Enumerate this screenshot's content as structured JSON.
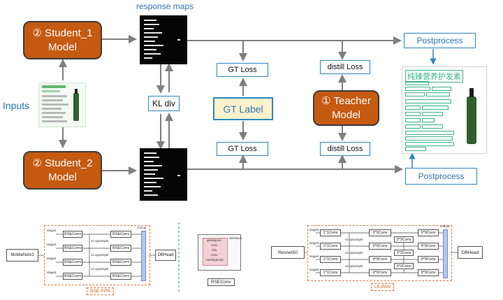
{
  "labels": {
    "response_maps": "response maps",
    "inputs": "Inputs",
    "kl_div": "KL div",
    "gt_label": "GT Label",
    "gt_loss_top": "GT Loss",
    "gt_loss_bottom": "GT Loss",
    "distill_loss_top": "distill Loss",
    "distill_loss_bottom": "distill Loss",
    "postprocess_top": "Postprocess",
    "postprocess_bottom": "Postprocess"
  },
  "models": {
    "student1_line1": "② Student_1",
    "student1_line2": "Model",
    "student2_line1": "② Student_2",
    "student2_line2": "Model",
    "teacher_line1": "① Teacher",
    "teacher_line2": "Model"
  },
  "product_image": {
    "title": "纯臻营养护发素"
  },
  "rse_fpn": {
    "backbone": "MobileNetv3",
    "head": "DBHead",
    "caption": "RSE-FPN",
    "stages": [
      "stage2",
      "stage3",
      "stage4",
      "stage5"
    ],
    "block": "RSEConv",
    "upsample": "x2 upsample",
    "concat": "concat"
  },
  "rseconv": {
    "caption": "RSEConv",
    "layers": [
      "globalpool",
      "conv",
      "relu",
      "conv",
      "hardsigmoid"
    ],
    "side": "1BAttack"
  },
  "lk_pan": {
    "backbone": "Resnet50",
    "head": "DBHead",
    "caption": "LK-PAN",
    "stages": [
      "stage2",
      "stage3",
      "stage4",
      "stage5"
    ],
    "conv1": "1*1Conv",
    "conv9": "9*9Conv",
    "conv3": "3*3Conv",
    "upsample": "x2 upsample",
    "concat": "concat"
  },
  "colors": {
    "model_fill": "#c55a11",
    "box_border": "#2e86c1",
    "gt_fill": "#fff2cc",
    "caption_border": "#e07b39",
    "text_blue": "#2e75b6"
  }
}
